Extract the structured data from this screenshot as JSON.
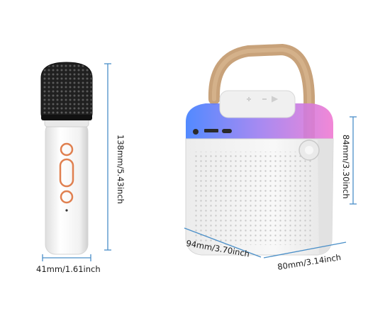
{
  "image": {
    "subject": "karaoke-speaker-with-microphone",
    "colors": {
      "body": "#f4f4f4",
      "shadow": "#d9d9d9",
      "grille": "#1c1c1c",
      "strap": "#c8a27a",
      "accent_button": "#e08050",
      "led_blue": "#3f7dff",
      "led_pink": "#e87bd8",
      "dimension_line": "#4a8fc8"
    }
  },
  "dimensions": {
    "mic_height": "138mm/5.43inch",
    "mic_width": "41mm/1.61inch",
    "speaker_height": "84mm/3.30inch",
    "speaker_width": "94mm/3.70inch",
    "speaker_depth": "80mm/3.14inch"
  }
}
